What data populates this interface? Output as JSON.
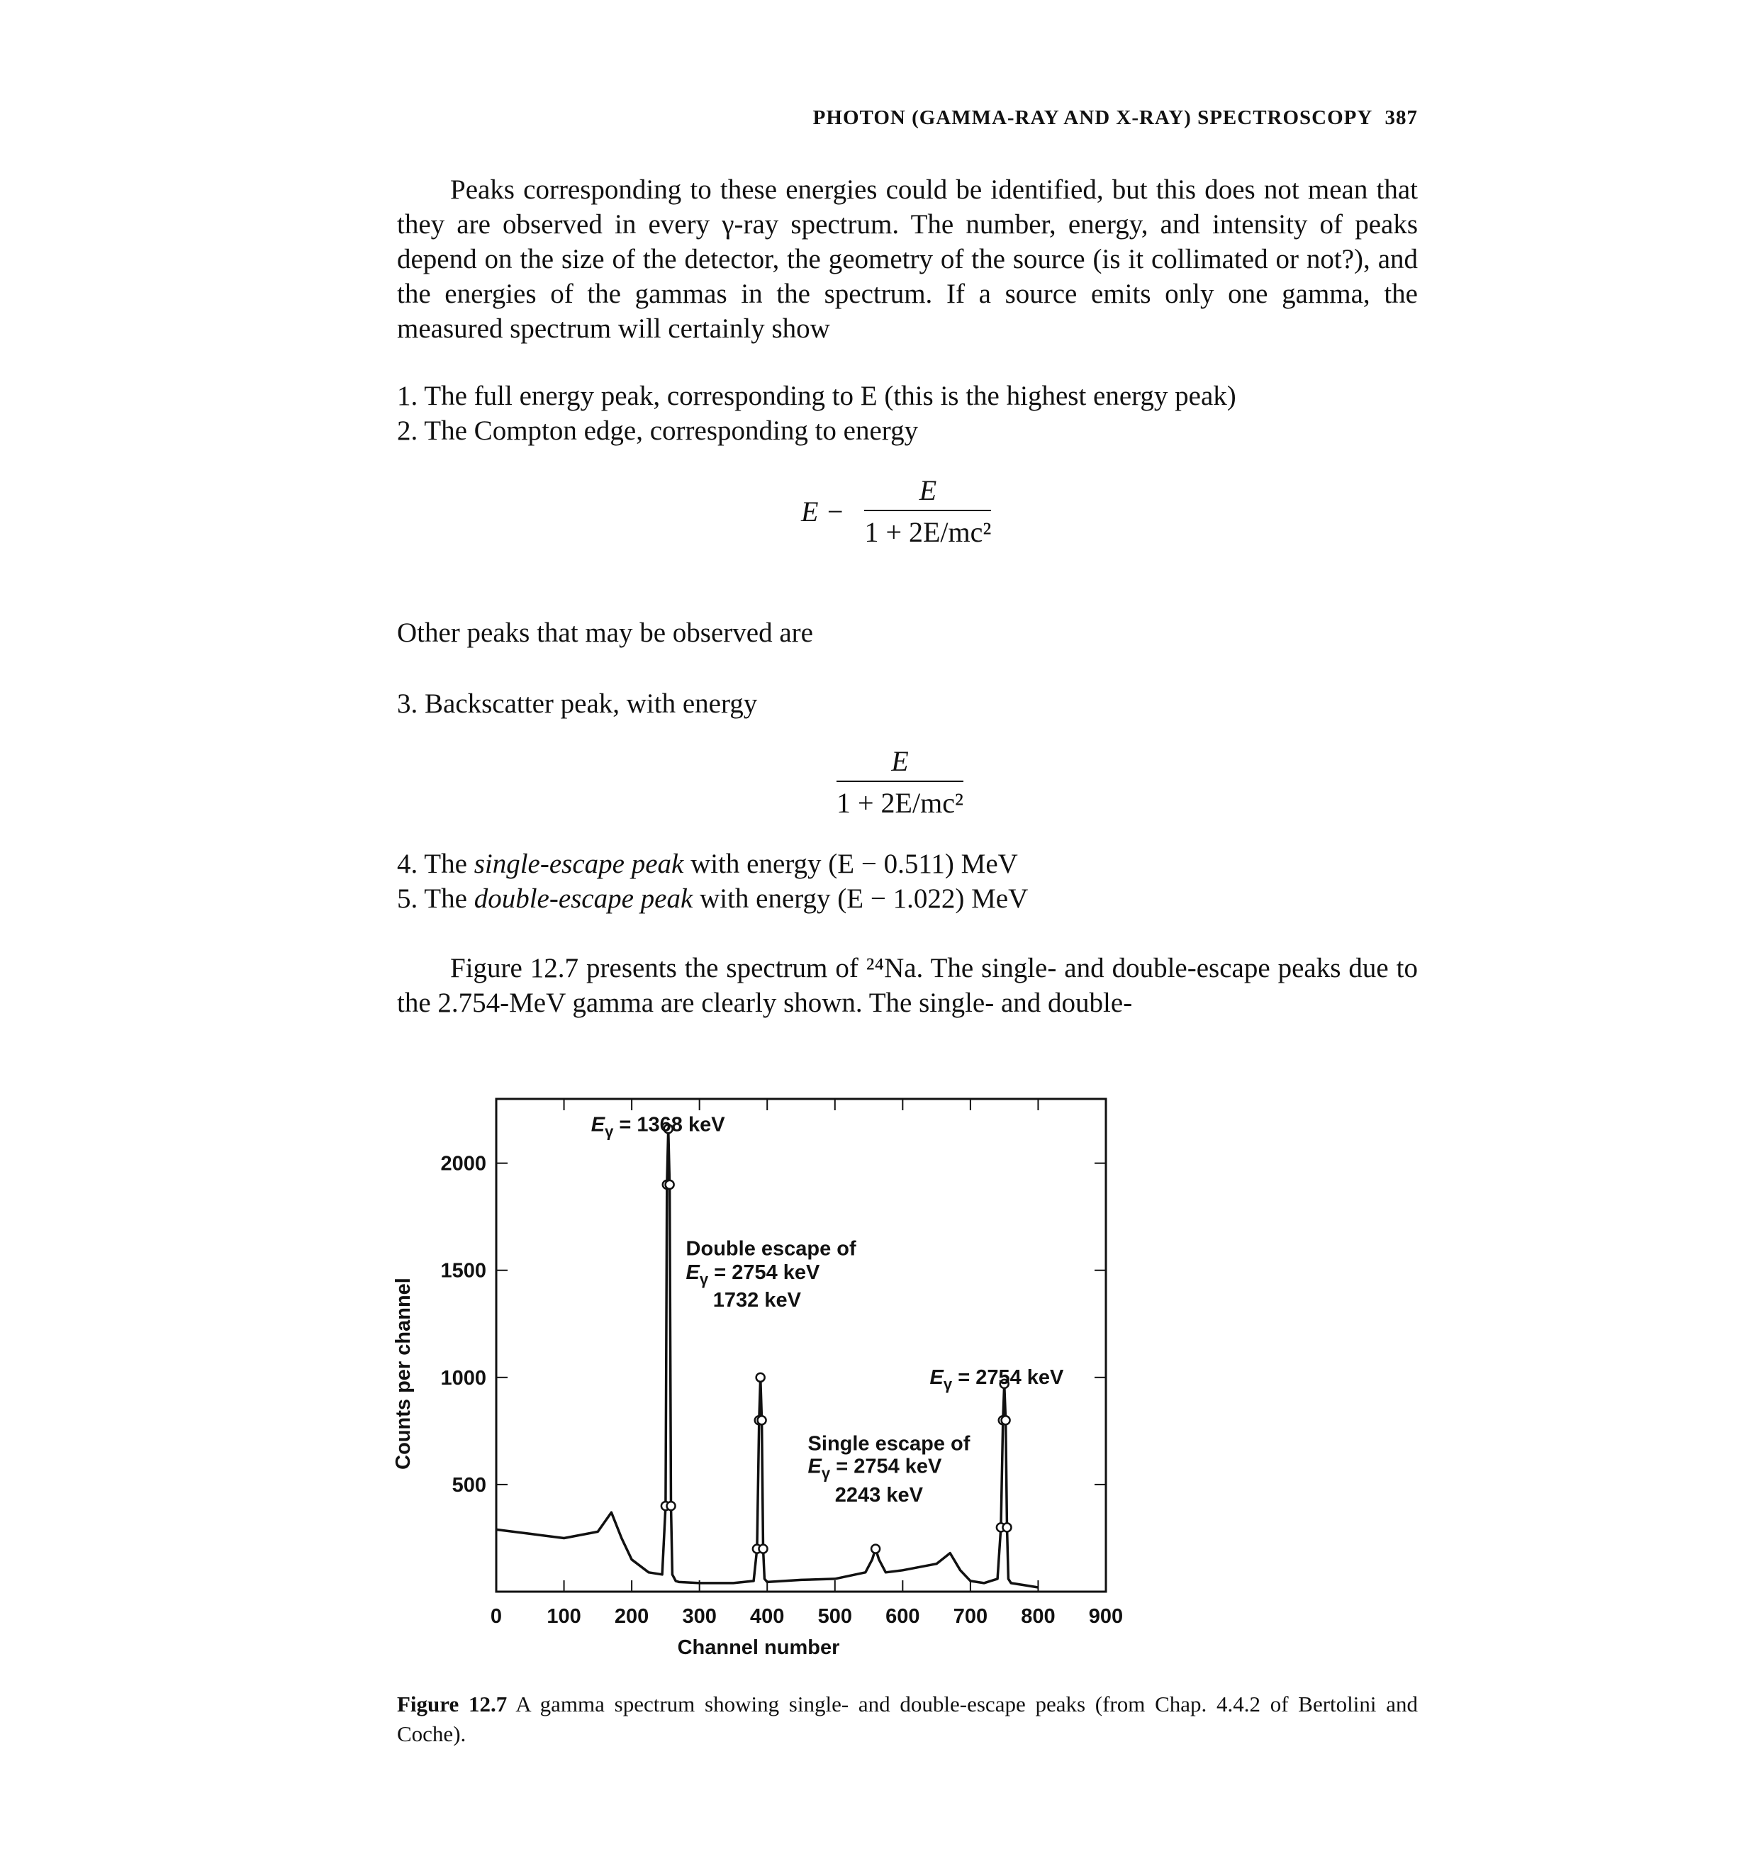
{
  "header": {
    "title": "PHOTON (GAMMA-RAY AND X-RAY) SPECTROSCOPY",
    "page_number": "387"
  },
  "body": {
    "para1": "Peaks corresponding to these energies could be identified, but this does not mean that they are observed in every γ-ray spectrum. The number, energy, and intensity of peaks depend on the size of the detector, the geometry of the source (is it collimated or not?), and the energies of the gammas in the spectrum. If a source emits only one gamma, the measured spectrum will certainly show",
    "item1": "1. The full energy peak, corresponding to E (this is the highest energy peak)",
    "item2": "2. The Compton edge, corresponding to energy",
    "eq1_lhs": "E −",
    "eq1_num": "E",
    "eq1_den": "1 + 2E/mc²",
    "other_peaks": "Other peaks that may be observed are",
    "item3": "3. Backscatter peak, with energy",
    "eq2_num": "E",
    "eq2_den": "1 + 2E/mc²",
    "item4_pre": "4. The ",
    "item4_em": "single-escape peak",
    "item4_post": " with energy (E − 0.511) MeV",
    "item5_pre": "5. The ",
    "item5_em": "double-escape peak",
    "item5_post": " with energy (E − 1.022) MeV",
    "para2": "Figure 12.7 presents the spectrum of ²⁴Na. The single- and double-escape peaks due to the 2.754-MeV gamma are clearly shown. The single- and double-"
  },
  "chart_data": {
    "type": "line",
    "xlabel": "Channel number",
    "ylabel": "Counts per channel",
    "xlim": [
      0,
      900
    ],
    "ylim": [
      0,
      2300
    ],
    "x_ticks": [
      0,
      100,
      200,
      300,
      400,
      500,
      600,
      700,
      800,
      900
    ],
    "y_ticks": [
      500,
      1000,
      1500,
      2000
    ],
    "series": [
      {
        "x": [
          0,
          50,
          100,
          150,
          170,
          185,
          200,
          225,
          245,
          250,
          252,
          254,
          256,
          258,
          260,
          265,
          270,
          300,
          350,
          380,
          385,
          388,
          390,
          392,
          394,
          396,
          400,
          450,
          500,
          545,
          555,
          560,
          565,
          575,
          600,
          650,
          670,
          685,
          700,
          720,
          740,
          745,
          748,
          750,
          752,
          754,
          756,
          760,
          780,
          800
        ],
        "y": [
          290,
          270,
          250,
          280,
          370,
          250,
          150,
          90,
          80,
          400,
          1900,
          2160,
          1900,
          400,
          80,
          50,
          45,
          40,
          40,
          50,
          200,
          800,
          1000,
          800,
          200,
          60,
          45,
          55,
          60,
          90,
          150,
          200,
          150,
          90,
          100,
          130,
          180,
          100,
          50,
          40,
          60,
          300,
          800,
          970,
          800,
          300,
          60,
          40,
          30,
          20
        ]
      }
    ],
    "annotations": [
      {
        "text_pre": "E",
        "text_sub": "γ",
        "text_post": " = 1368 keV"
      },
      {
        "line1": "Double escape of",
        "line2_pre": "E",
        "line2_sub": "γ",
        "line2_post": " = 2754 keV",
        "line3": "1732 keV"
      },
      {
        "text_pre": "E",
        "text_sub": "γ",
        "text_post": " = 2754 keV"
      },
      {
        "line1": "Single escape of",
        "line2_pre": "E",
        "line2_sub": "γ",
        "line2_post": " = 2754 keV",
        "line3": "2243 keV"
      }
    ]
  },
  "caption": {
    "label": "Figure 12.7",
    "text": " A gamma spectrum showing single- and double-escape peaks (from Chap. 4.4.2 of Bertolini and Coche)."
  }
}
